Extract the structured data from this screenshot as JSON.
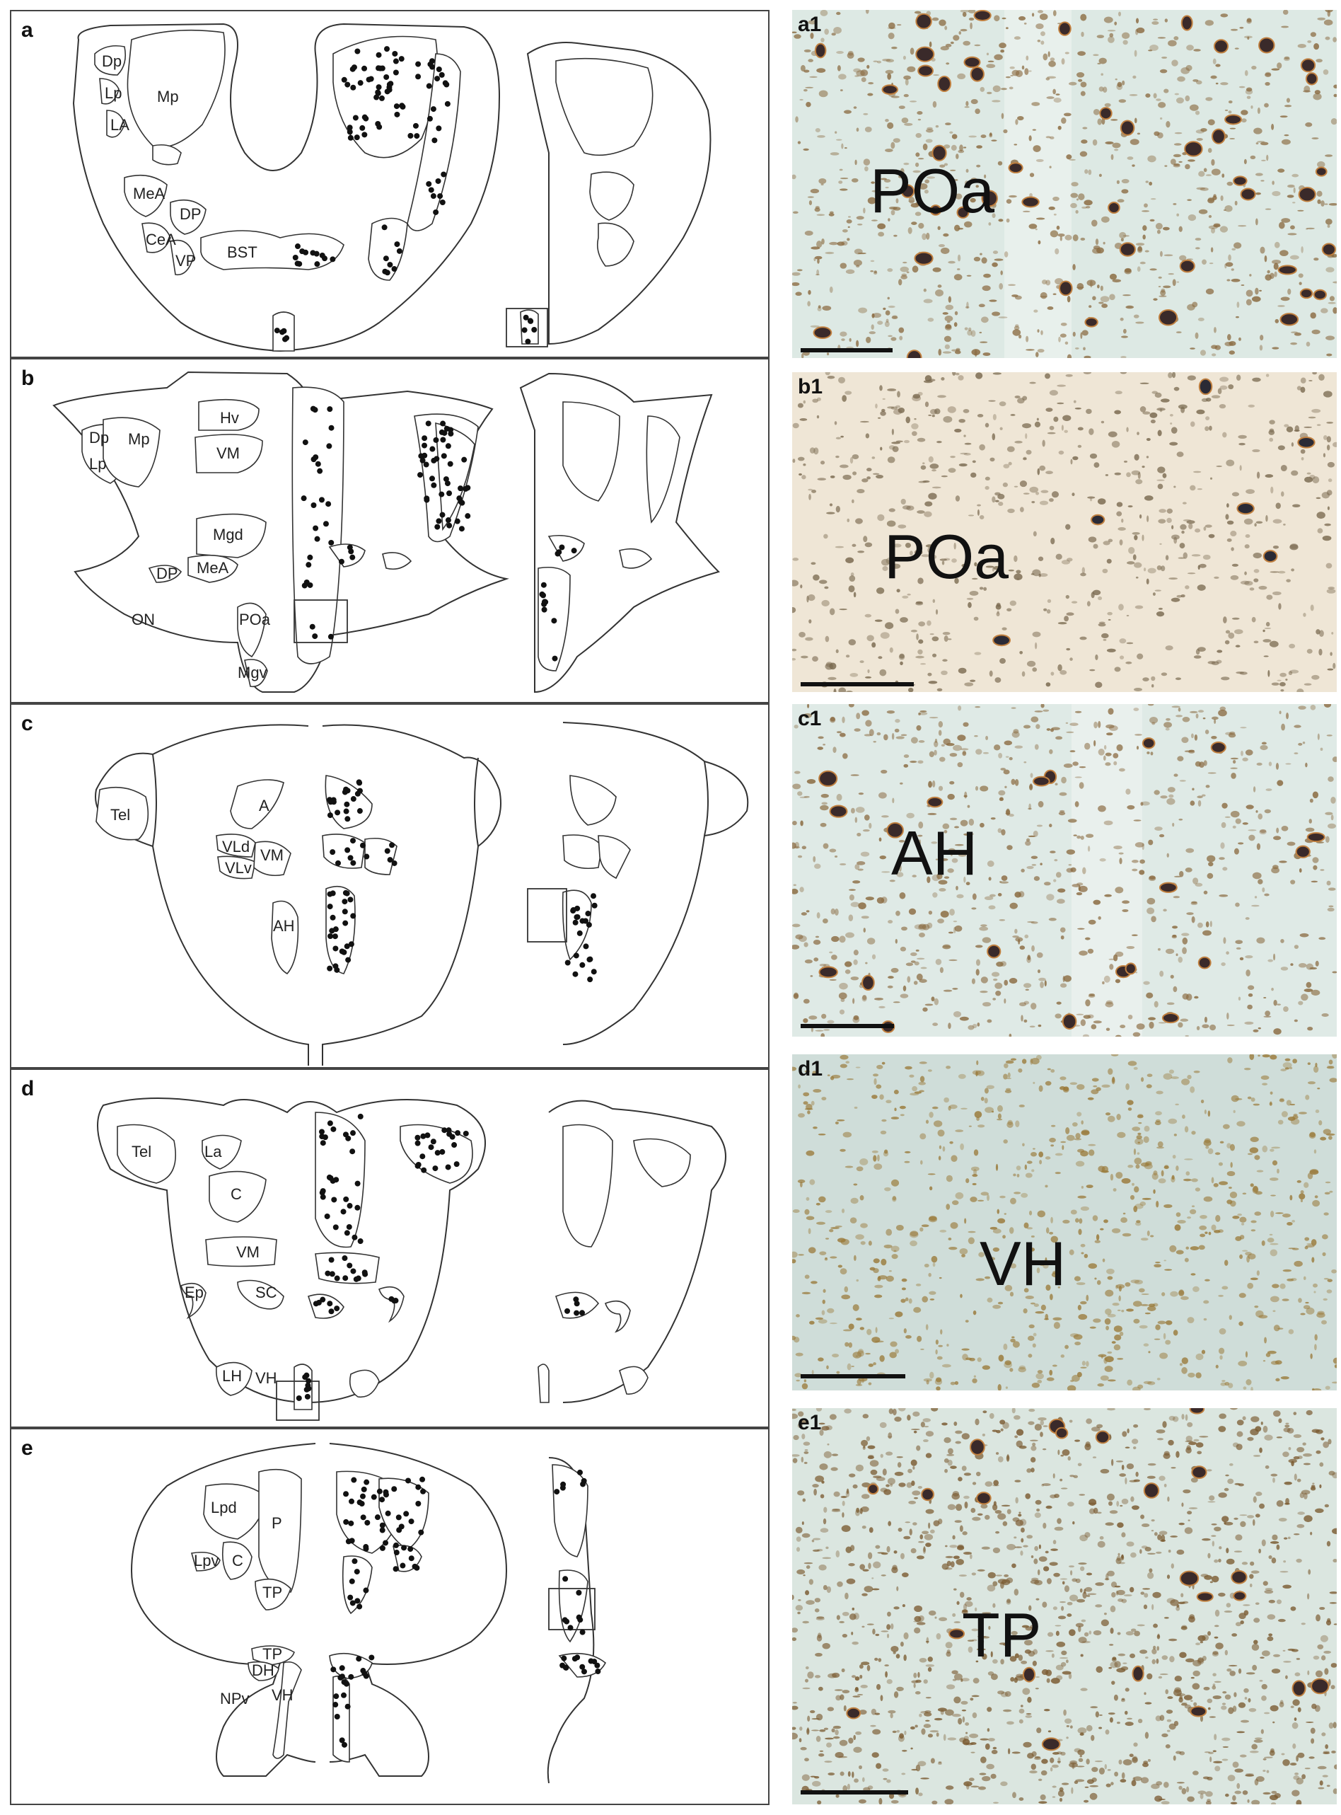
{
  "panels": [
    {
      "label": "a",
      "regions": [
        "Dp",
        "Mp",
        "Lp",
        "LA",
        "MeA",
        "DP",
        "CeA",
        "VP",
        "BST"
      ]
    },
    {
      "label": "b",
      "regions": [
        "Dp",
        "Mp",
        "Lp",
        "Hv",
        "VM",
        "Mgd",
        "DP",
        "MeA",
        "ON",
        "POa",
        "Mgv"
      ]
    },
    {
      "label": "c",
      "regions": [
        "Tel",
        "A",
        "VLd",
        "VM",
        "VLv",
        "AH"
      ]
    },
    {
      "label": "d",
      "regions": [
        "Tel",
        "La",
        "C",
        "VM",
        "Ep",
        "SC",
        "LH",
        "VH"
      ]
    },
    {
      "label": "e",
      "regions": [
        "Lpd",
        "P",
        "Lpv",
        "C",
        "TP",
        "TP",
        "DH",
        "NPv",
        "VH"
      ]
    }
  ],
  "photos": [
    {
      "label": "a1",
      "region": "POa"
    },
    {
      "label": "b1",
      "region": "POa"
    },
    {
      "label": "c1",
      "region": "AH"
    },
    {
      "label": "d1",
      "region": "VH"
    },
    {
      "label": "e1",
      "region": "TP"
    }
  ],
  "colors": {
    "stain_brown": "#8a5a2a",
    "counterstain": "#b8d8d4",
    "ink": "#111111"
  }
}
